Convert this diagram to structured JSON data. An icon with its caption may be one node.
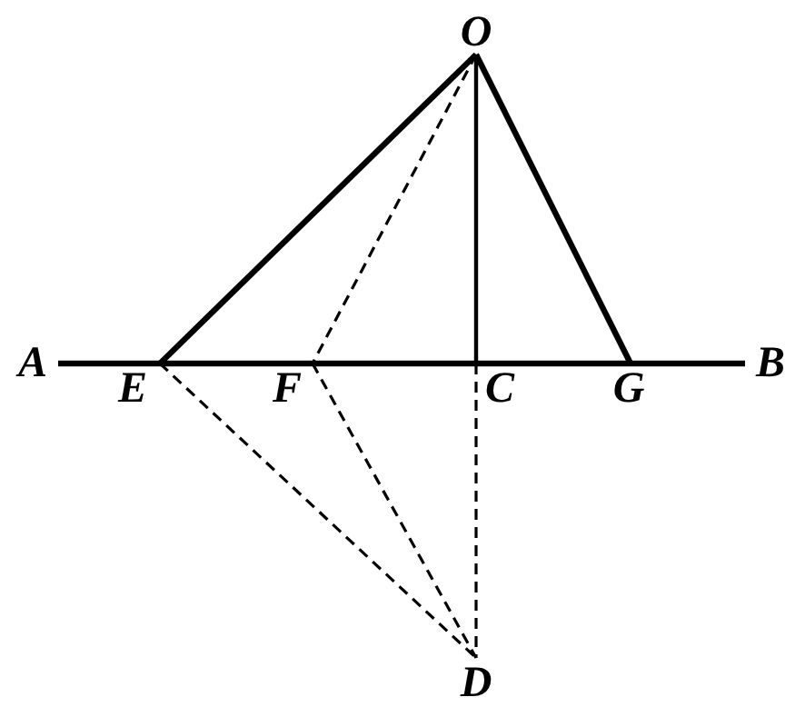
{
  "diagram": {
    "nodes": [
      {
        "text": [
          "O"
        ]
      },
      {
        "text": [
          "A"
        ]
      },
      {
        "text": [
          "E"
        ]
      },
      {
        "text": [
          "F"
        ]
      },
      {
        "text": [
          "C"
        ]
      },
      {
        "text": [
          "G"
        ]
      },
      {
        "text": [
          "B"
        ]
      },
      {
        "text": [
          "D"
        ]
      }
    ],
    "edges": [
      {
        "from": 0,
        "to": 2,
        "arrow": "none",
        "style": "thick"
      },
      {
        "from": 0,
        "to": 3,
        "arrow": "none",
        "style": "dashed"
      },
      {
        "from": 0,
        "to": 4,
        "arrow": "none"
      },
      {
        "from": 0,
        "to": 5,
        "arrow": "none",
        "style": "thick"
      },
      {
        "from": 1,
        "to": 6,
        "arrow": "none",
        "style": "thick"
      },
      {
        "from": 2,
        "to": 7,
        "arrow": "none",
        "style": "dashed"
      },
      {
        "from": 3,
        "to": 7,
        "arrow": "none",
        "style": "dashed"
      },
      {
        "from": 4,
        "to": 7,
        "arrow": "none",
        "style": "dashed"
      }
    ]
  }
}
